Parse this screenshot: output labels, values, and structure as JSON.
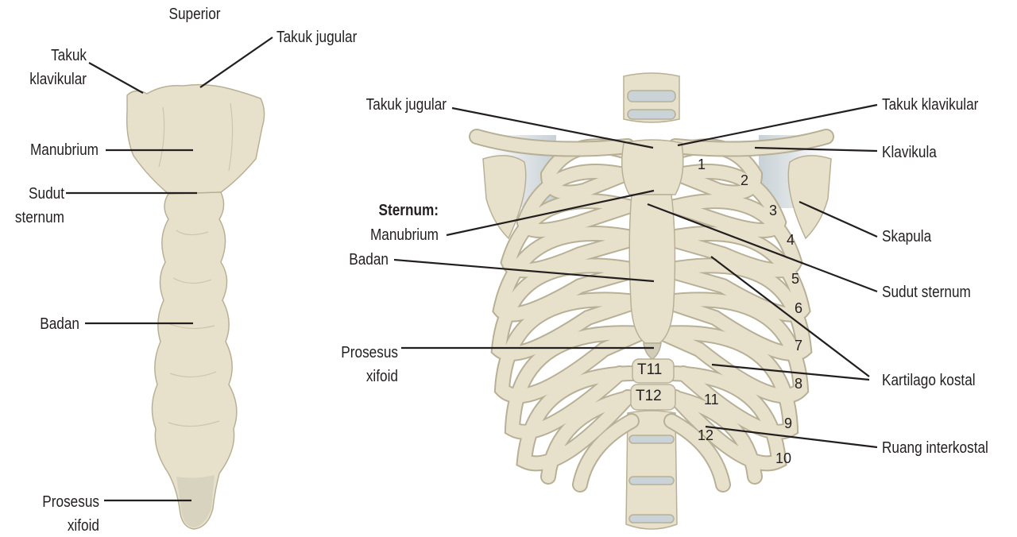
{
  "colors": {
    "bone": "#e7e1cc",
    "bone_shade": "#cfc8b0",
    "bone_outline": "#b8b096",
    "cartilage": "#d9d3bd",
    "leader_line": "#231f20",
    "text": "#231f20"
  },
  "left_view": {
    "orientation_label": "Superior",
    "labels": {
      "jugular_notch": "Takuk jugular",
      "clavicular_notch_line1": "Takuk",
      "clavicular_notch_line2": "klavikular",
      "manubrium": "Manubrium",
      "sternal_angle_line1": "Sudut",
      "sternal_angle_line2": "sternum",
      "body": "Badan",
      "xiphoid_line1": "Prosesus",
      "xiphoid_line2": "xifoid"
    }
  },
  "right_view": {
    "labels": {
      "jugular_notch": "Takuk jugular",
      "clavicular_notch": "Takuk klavikular",
      "clavicle": "Klavikula",
      "sternum_heading": "Sternum:",
      "manubrium": "Manubrium",
      "body": "Badan",
      "scapula": "Skapula",
      "sternal_angle": "Sudut sternum",
      "xiphoid_line1": "Prosesus",
      "xiphoid_line2": "xifoid",
      "costal_cartilage": "Kartilago kostal",
      "intercostal_space": "Ruang interkostal"
    },
    "rib_numbers": [
      "1",
      "2",
      "3",
      "4",
      "5",
      "6",
      "7",
      "8",
      "9",
      "10",
      "11",
      "12"
    ],
    "vertebra_labels": [
      "T11",
      "T12"
    ]
  }
}
